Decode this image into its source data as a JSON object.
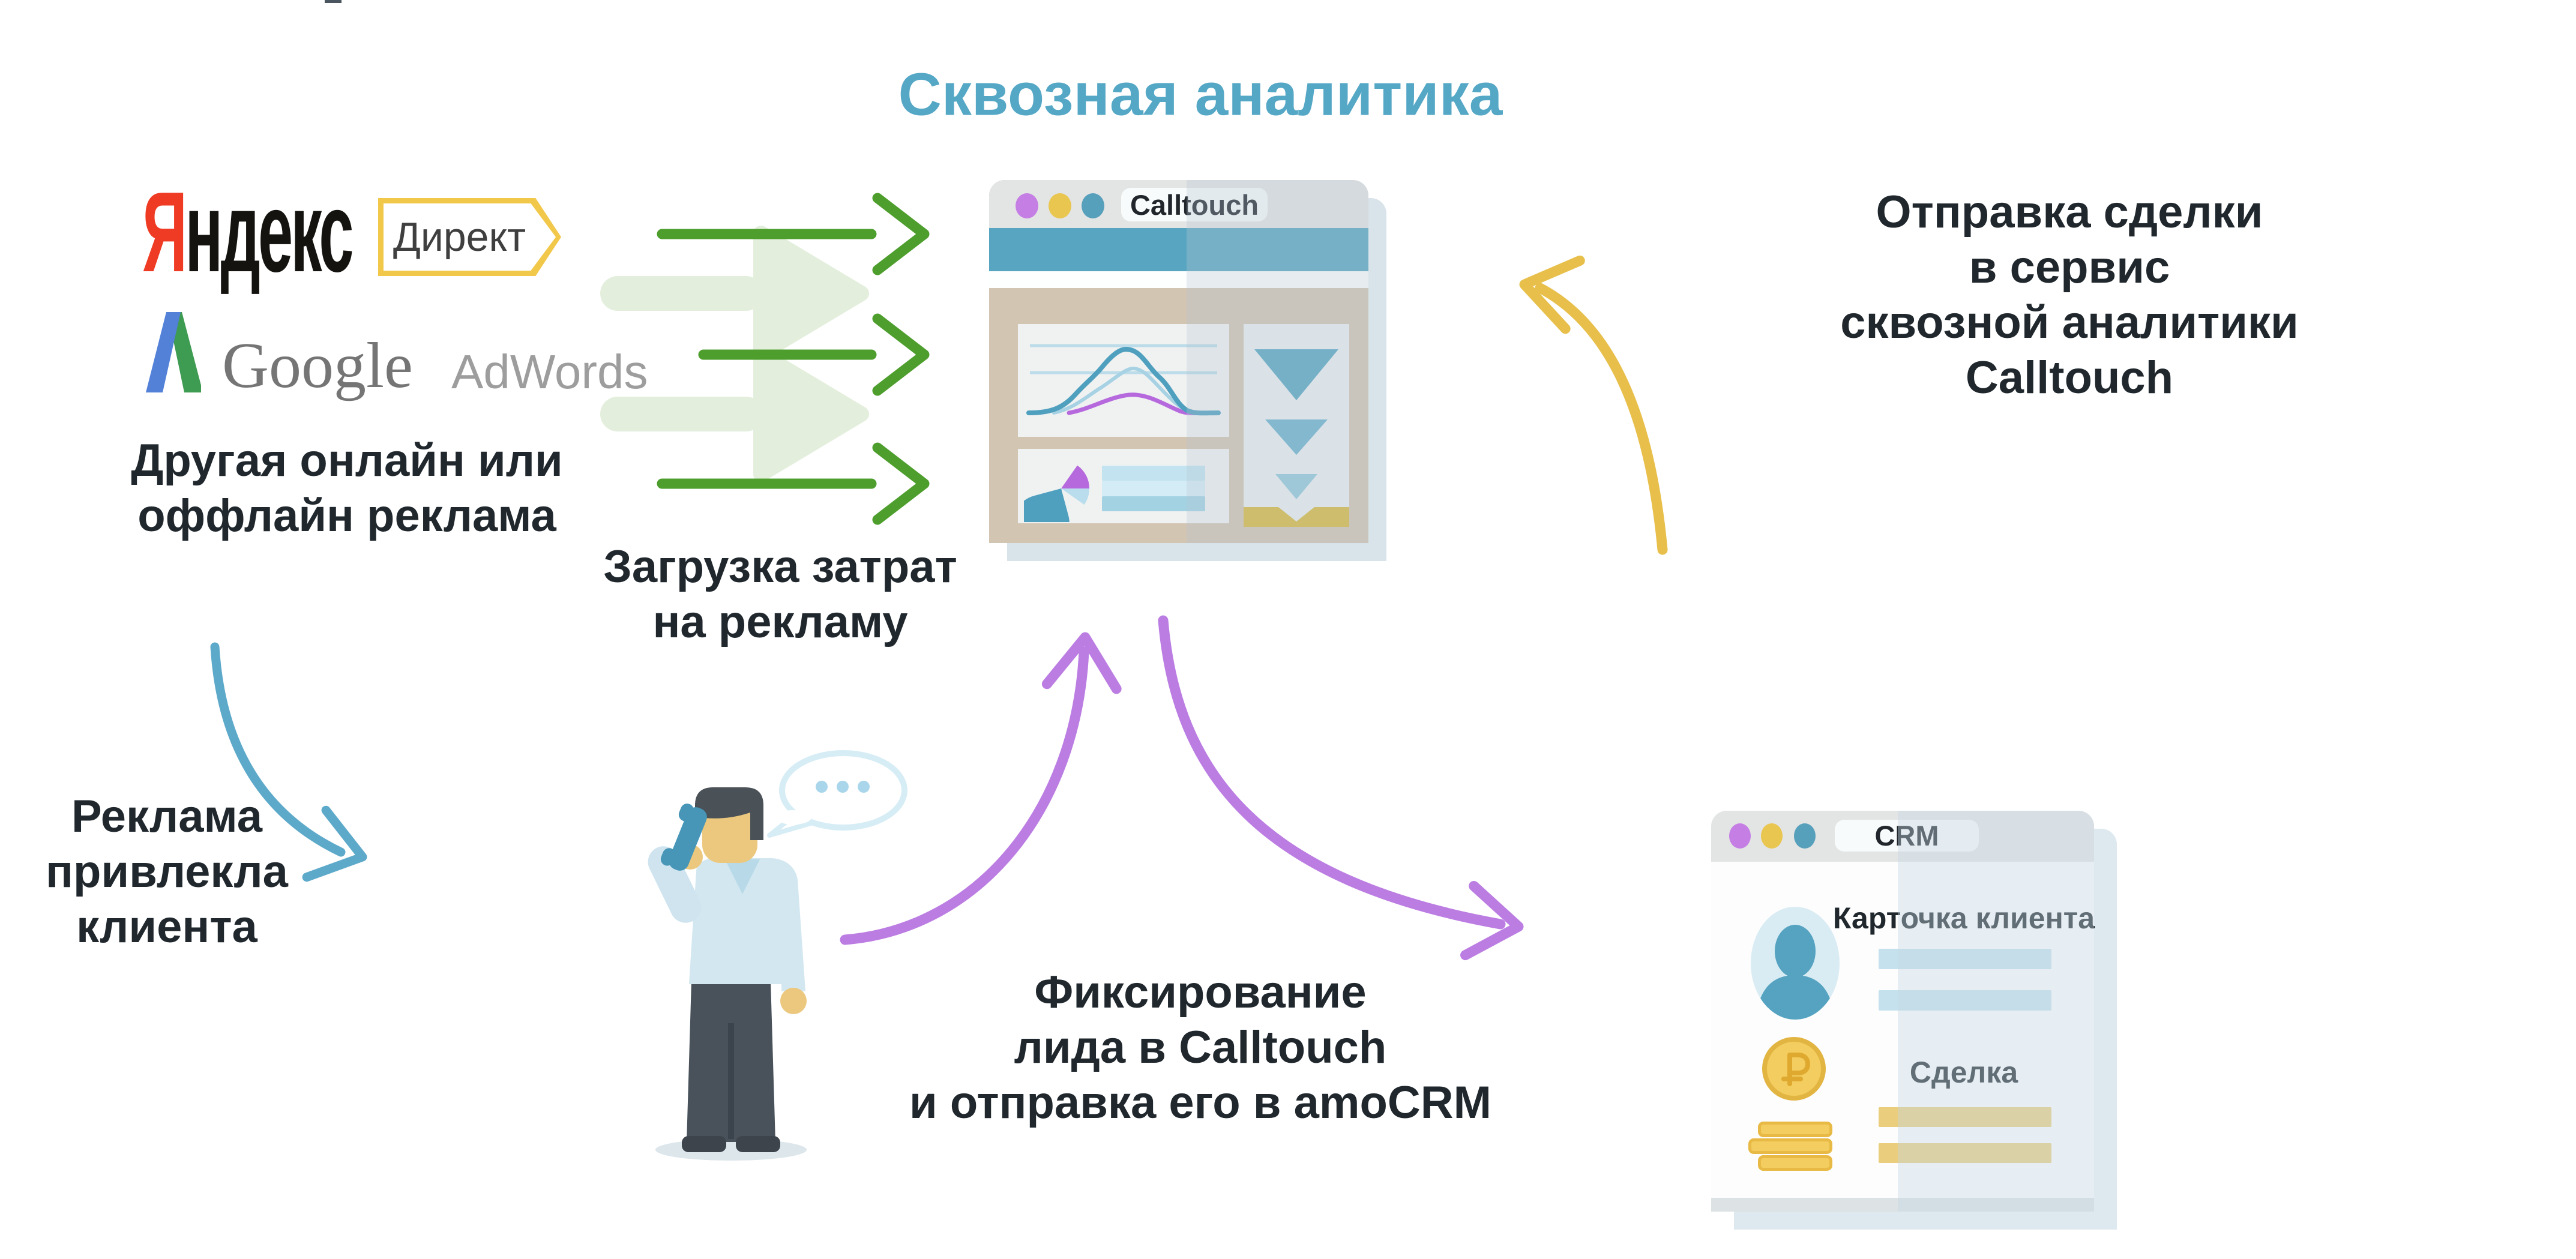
{
  "title": {
    "text": "Сквозная аналитика",
    "color": "#55a7c6"
  },
  "ad_sources": {
    "yandex": {
      "letter_ya": "Я",
      "rest": "ндекс",
      "direct_tag": "Директ"
    },
    "google": {
      "brand": "Google",
      "product": "AdWords"
    },
    "other": {
      "line1": "Другая онлайн или",
      "line2": "оффлайн реклама"
    }
  },
  "flow_labels": {
    "upload_costs": {
      "line1": "Загрузка затрат",
      "line2": "на рекламу"
    },
    "ad_attracted": {
      "line1": "Реклама",
      "line2": "привлекла",
      "line3": "клиента"
    },
    "lead_capture": {
      "line1": "Фиксирование",
      "line2": "лида в Calltouch",
      "line3": "и отправка его в amoCRM"
    },
    "send_deal": {
      "line1": "Отправка сделки",
      "line2": "в сервис",
      "line3": "сквозной аналитики",
      "line4": "Calltouch"
    }
  },
  "calltouch_window": {
    "tab_title": "Calltouch"
  },
  "crm_window": {
    "tab_title": "CRM",
    "client_card_label": "Карточка клиента",
    "deal_label": "Сделка"
  },
  "icons": {
    "window_control_dots": [
      "purple-dot",
      "yellow-dot",
      "blue-dot"
    ],
    "calltouch_widgets": [
      "line-chart-icon",
      "pie-chart-icon",
      "funnel-icon"
    ],
    "crm_widgets": [
      "user-avatar-icon",
      "ruble-coin-icon",
      "coin-stack-icon"
    ],
    "person": "person-on-phone-illustration",
    "speech": "speech-bubble-icon"
  },
  "colors": {
    "title_blue": "#55a7c6",
    "text_dark": "#20282e",
    "green_arrow": "#4d9e2d",
    "pale_green_arrow": "#e3efdc",
    "blue_arrow": "#5da9ca",
    "purple_arrow": "#bb7de2",
    "yellow_arrow": "#e7bf4a",
    "yandex_red": "#ef3b24",
    "direct_tag_yellow": "#f2c84b",
    "google_blue": "#5381d8",
    "google_green": "#3e9b52",
    "chrome_gray": "#e3e4e4",
    "band_blue": "#57a5c1",
    "body_tan": "#d2c5b2",
    "funnel_gold": "#d9b83d",
    "dot_purple": "#c57ee4",
    "dot_yellow": "#e9c64f",
    "dot_blue": "#57a0bb"
  }
}
